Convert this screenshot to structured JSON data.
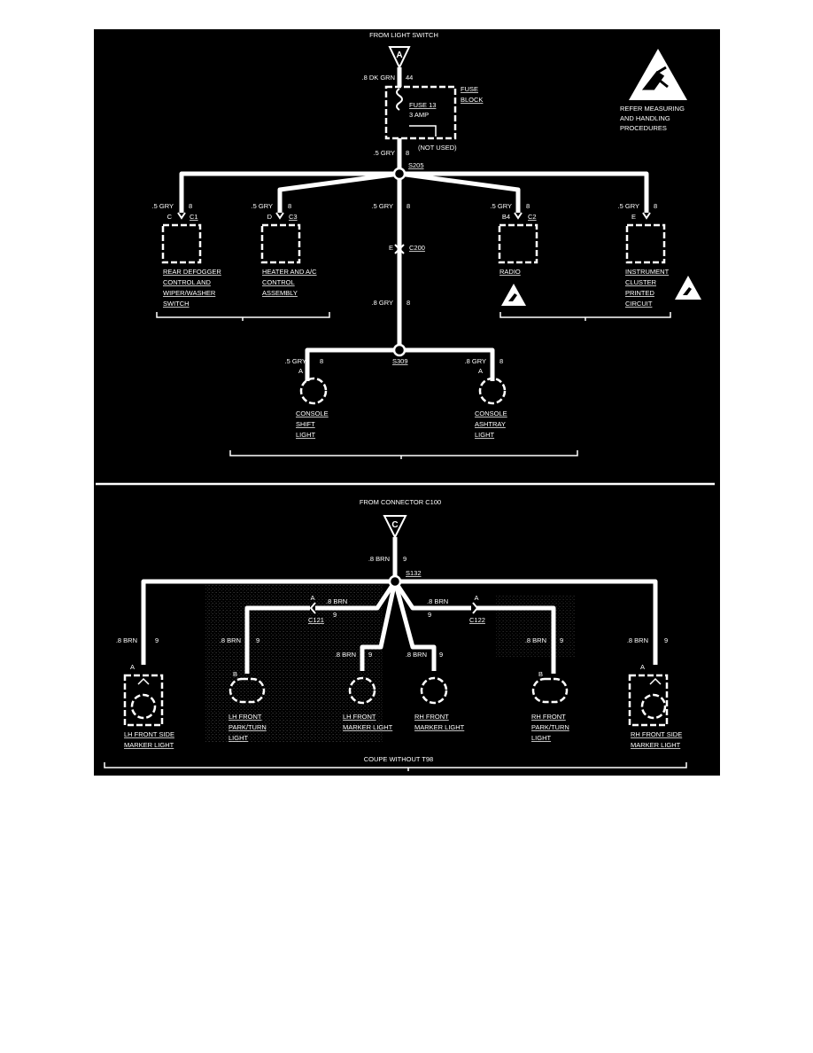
{
  "panels": {
    "top": {
      "source_label": "FROM LIGHT SWITCH",
      "source_letter": "A",
      "source_wire": ".8 DK GRN",
      "source_circuit": "44",
      "fuse": {
        "name": "FUSE 13",
        "rating": "3 AMP",
        "block_1": "FUSE",
        "block_2": "BLOCK",
        "not_used": "(NOT USED)"
      },
      "fuse_out_wire": ".5 GRY",
      "fuse_out_circuit": "8",
      "splice": "S205",
      "esd_note": [
        "REFER MEASURING",
        "AND HANDLING",
        "PROCEDURES"
      ],
      "branches": [
        {
          "wire": ".5 GRY",
          "circuit": "8",
          "pin": "C",
          "connector": "C1",
          "label": [
            "REAR DEFOGGER",
            "CONTROL AND",
            "WIPER/WASHER",
            "SWITCH"
          ]
        },
        {
          "wire": ".5 GRY",
          "circuit": "8",
          "pin": "D",
          "connector": "C3",
          "label": [
            "HEATER AND A/C",
            "CONTROL",
            "ASSEMBLY"
          ]
        },
        {
          "wire": ".5 GRY",
          "circuit": "8",
          "pin": "E",
          "connector": "C200"
        },
        {
          "wire": ".5 GRY",
          "circuit": "8",
          "pin": "B4",
          "connector": "C2",
          "label": [
            "RADIO"
          ]
        },
        {
          "wire": ".5 GRY",
          "circuit": "8",
          "pin": "E",
          "label": [
            "INSTRUMENT",
            "CLUSTER",
            "PRINTED",
            "CIRCUIT"
          ]
        }
      ],
      "mid_wire": ".8 GRY",
      "mid_circuit": "8",
      "splice2": "S309",
      "lamps": [
        {
          "wire": ".5 GRY",
          "circuit": "8",
          "pin": "A",
          "label": [
            "CONSOLE",
            "SHIFT",
            "LIGHT"
          ]
        },
        {
          "wire": ".8 GRY",
          "circuit": "8",
          "pin": "A",
          "label": [
            "CONSOLE",
            "ASHTRAY",
            "LIGHT"
          ]
        }
      ]
    },
    "bottom": {
      "source_label": "FROM CONNECTOR C100",
      "source_letter": "C",
      "source_wire": ".8 BRN",
      "source_circuit": "9",
      "splice": "S132",
      "inner_wire": ".8 BRN",
      "inner_circuit": "9",
      "conn_left": {
        "name": "C121",
        "pin": "A"
      },
      "conn_right": {
        "name": "C122",
        "pin": "A"
      },
      "lamps": [
        {
          "wire": ".8 BRN",
          "circuit": "9",
          "pin": "A",
          "label": [
            "LH FRONT SIDE",
            "MARKER LIGHT"
          ]
        },
        {
          "wire": ".8 BRN",
          "circuit": "9",
          "pin": "B",
          "label": [
            "LH FRONT",
            "PARK/TURN",
            "LIGHT"
          ]
        },
        {
          "wire": ".8 BRN",
          "circuit": "9",
          "pin": "",
          "label": [
            "LH FRONT",
            "MARKER LIGHT"
          ]
        },
        {
          "wire": ".8 BRN",
          "circuit": "9",
          "pin": "",
          "label": [
            "RH FRONT",
            "MARKER LIGHT"
          ]
        },
        {
          "wire": ".8 BRN",
          "circuit": "9",
          "pin": "B",
          "label": [
            "RH FRONT",
            "PARK/TURN",
            "LIGHT"
          ]
        },
        {
          "wire": ".8 BRN",
          "circuit": "9",
          "pin": "A",
          "label": [
            "RH FRONT SIDE",
            "MARKER LIGHT"
          ]
        }
      ],
      "footer": "COUPE WITHOUT T98"
    }
  },
  "colors": {
    "background": "#000000",
    "ink": "#ffffff",
    "noise": "#3a3a3a"
  }
}
